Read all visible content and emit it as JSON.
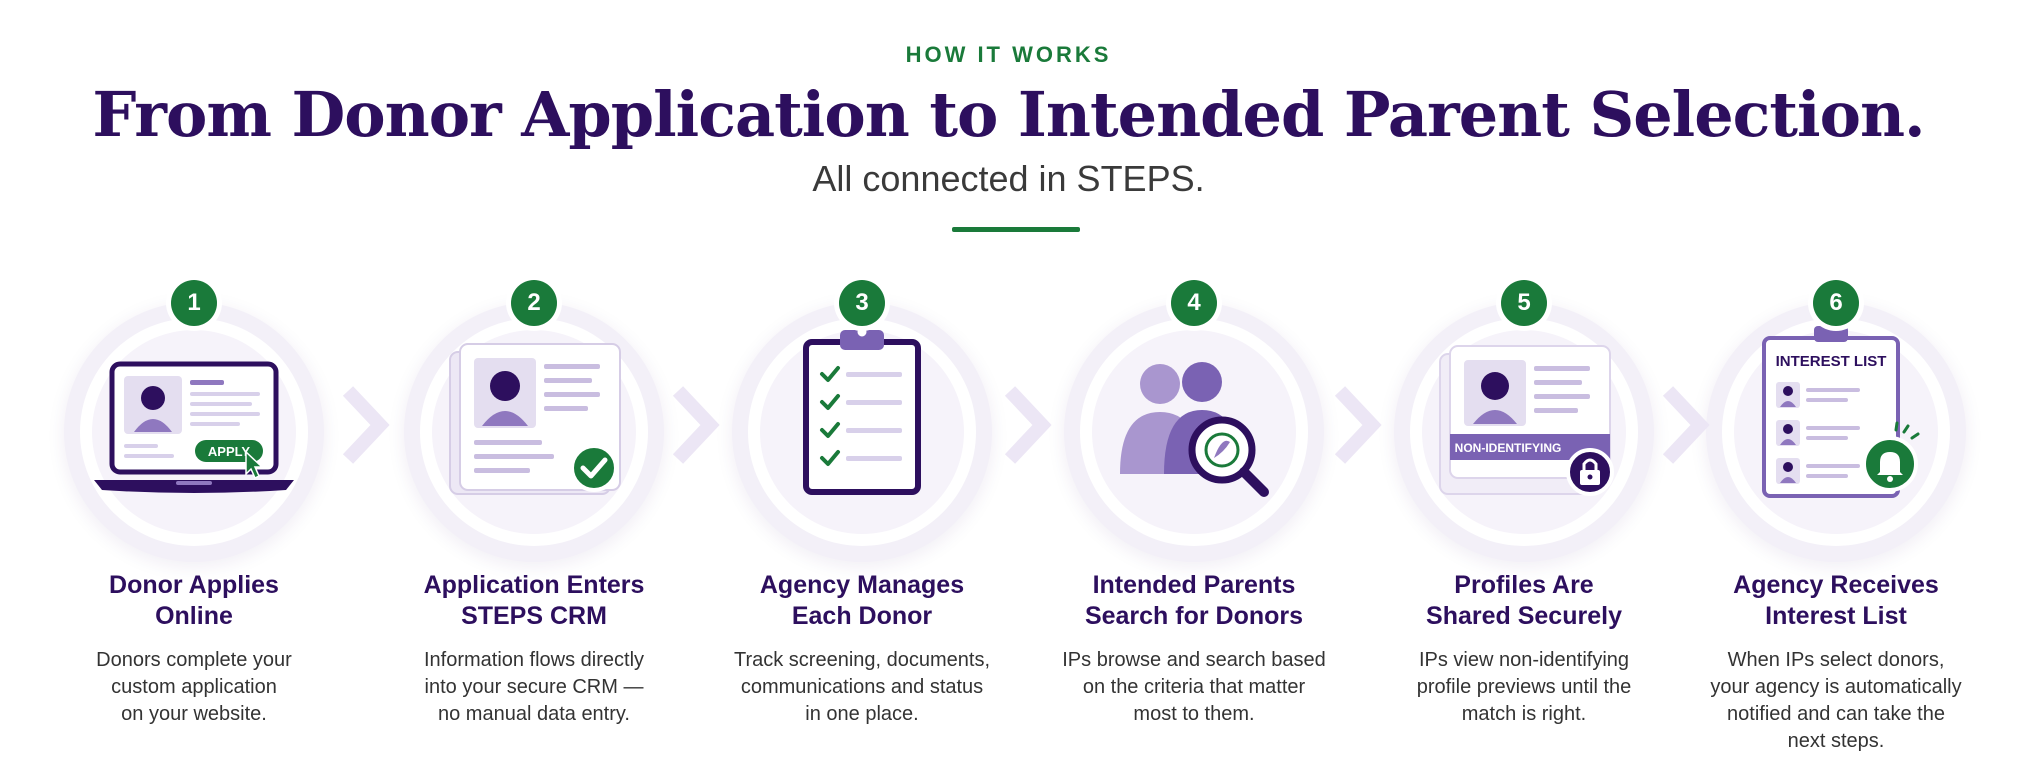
{
  "header": {
    "eyebrow": "HOW IT WORKS",
    "title": "From Donor Application to Intended Parent Selection.",
    "subtitle": "All connected in STEPS."
  },
  "colors": {
    "brand_purple": "#2d0f5e",
    "accent_green": "#1a7a3a",
    "soft_purple": "#9a86c4"
  },
  "steps": [
    {
      "number": "1",
      "icon": "laptop-application-icon",
      "title_line1": "Donor Applies",
      "title_line2": "Online",
      "desc_line1": "Donors complete your",
      "desc_line2": "custom application",
      "desc_line3": "on your website.",
      "desc_line4": "",
      "button_label": "APPLY"
    },
    {
      "number": "2",
      "icon": "profile-document-check-icon",
      "title_line1": "Application Enters",
      "title_line2": "STEPS CRM",
      "desc_line1": "Information flows directly",
      "desc_line2": "into your secure CRM —",
      "desc_line3": "no manual data entry.",
      "desc_line4": ""
    },
    {
      "number": "3",
      "icon": "clipboard-checklist-icon",
      "title_line1": "Agency Manages",
      "title_line2": "Each Donor",
      "desc_line1": "Track screening, documents,",
      "desc_line2": "communications and status",
      "desc_line3": "in one place.",
      "desc_line4": ""
    },
    {
      "number": "4",
      "icon": "people-search-icon",
      "title_line1": "Intended Parents",
      "title_line2": "Search for Donors",
      "desc_line1": "IPs browse and search based",
      "desc_line2": "on the criteria that matter",
      "desc_line3": "most to them.",
      "desc_line4": ""
    },
    {
      "number": "5",
      "icon": "secure-profile-lock-icon",
      "title_line1": "Profiles Are",
      "title_line2": "Shared Securely",
      "desc_line1": "IPs view non-identifying",
      "desc_line2": "profile previews until the",
      "desc_line3": "match is right.",
      "desc_line4": "",
      "card_label": "NON-IDENTIFYING"
    },
    {
      "number": "6",
      "icon": "interest-list-bell-icon",
      "title_line1": "Agency Receives",
      "title_line2": "Interest List",
      "desc_line1": "When IPs select donors,",
      "desc_line2": "your agency is automatically",
      "desc_line3": "notified and can take the",
      "desc_line4": "next steps.",
      "card_label": "INTEREST LIST"
    }
  ]
}
